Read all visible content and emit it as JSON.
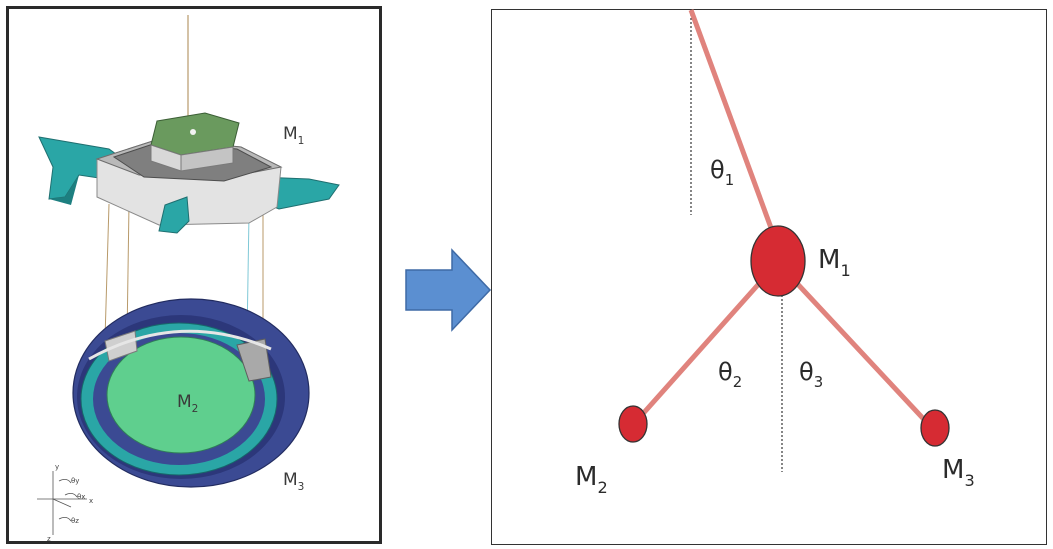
{
  "left": {
    "label_m1": {
      "main": "M",
      "sub": "1"
    },
    "label_m2": {
      "main": "M",
      "sub": "2"
    },
    "label_m3": {
      "main": "M",
      "sub": "3"
    },
    "axis_labels": [
      "y",
      "θy",
      "θx",
      "x",
      "θz",
      "z"
    ]
  },
  "right": {
    "label_theta1": {
      "main": "θ",
      "sub": "1"
    },
    "label_theta2": {
      "main": "θ",
      "sub": "2"
    },
    "label_theta3": {
      "main": "θ",
      "sub": "3"
    },
    "label_m1": {
      "main": "M",
      "sub": "1"
    },
    "label_m2": {
      "main": "M",
      "sub": "2"
    },
    "label_m3": {
      "main": "M",
      "sub": "3"
    }
  },
  "colors": {
    "mass_fill": "#d62b33",
    "rod": "#e0837d",
    "arrow": "#5b8fd1",
    "teal": "#2aa6a6",
    "navy": "#3b4a93",
    "green": "#5fcf8e",
    "grey": "#d9d9d9"
  }
}
